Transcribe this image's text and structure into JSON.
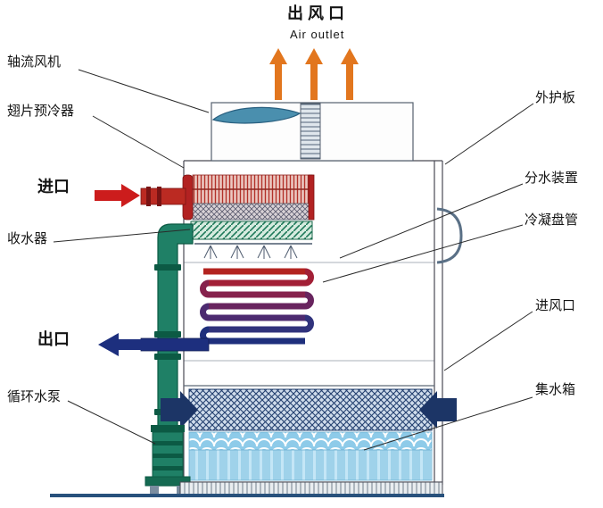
{
  "diagram": {
    "type": "evaporative-cooling-tower-schematic",
    "labels": {
      "air_outlet_cn": "出风口",
      "air_outlet_en": "Air outlet",
      "axial_fan": "轴流风机",
      "fin_precooler": "翅片预冷器",
      "inlet": "进口",
      "water_collector": "收水器",
      "outlet": "出口",
      "circulating_pump": "循环水泵",
      "outer_panel": "外护板",
      "water_distributor": "分水装置",
      "condensing_coil": "冷凝盘管",
      "air_inlet": "进风口",
      "water_tank": "集水箱"
    },
    "colors": {
      "air_outlet_arrows": "#e2761e",
      "inlet_arrow": "#cc1c1c",
      "outlet_arrow": "#1d2f7e",
      "air_in_arrows": "#1c3566",
      "pipe_green": "#1f8066",
      "coil_hot": "#b3231f",
      "coil_cold": "#1e2f7c",
      "water": "#9fd2ea",
      "fan_blade": "#4a8fae"
    }
  }
}
